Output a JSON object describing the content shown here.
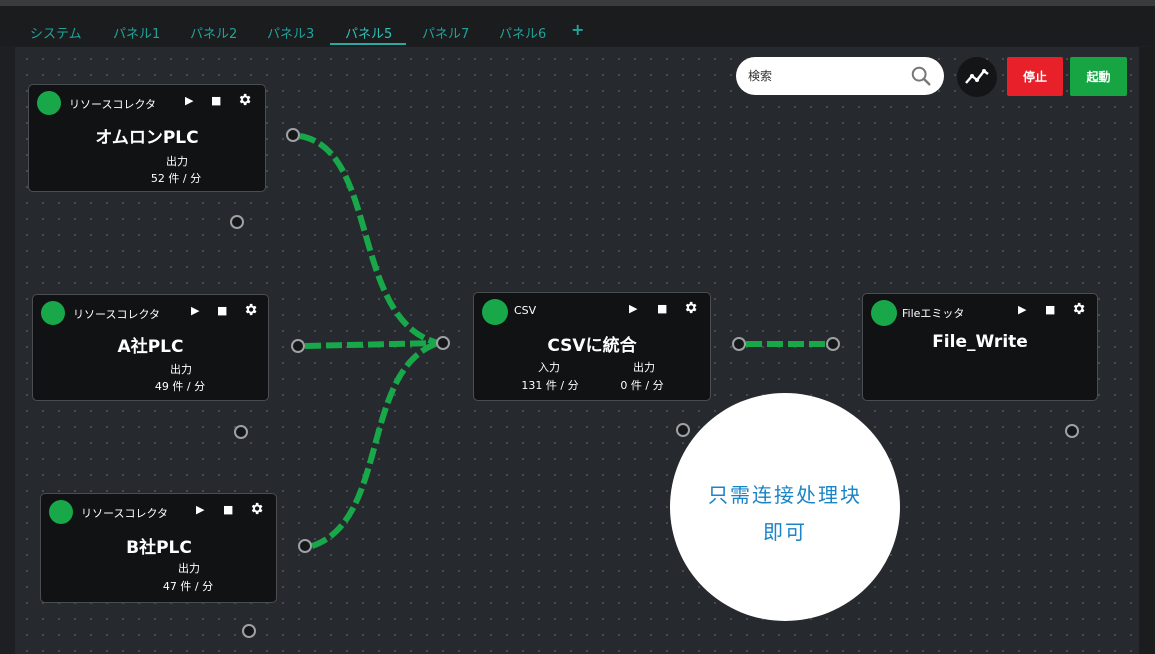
{
  "tabs": [
    {
      "label": "システム",
      "active": false
    },
    {
      "label": "パネル1",
      "active": false
    },
    {
      "label": "パネル2",
      "active": false
    },
    {
      "label": "パネル3",
      "active": false
    },
    {
      "label": "パネル5",
      "active": true
    },
    {
      "label": "パネル7",
      "active": false
    },
    {
      "label": "パネル6",
      "active": false
    }
  ],
  "add_tab_label": "+",
  "toolbar": {
    "search_placeholder": "検索",
    "stop_label": "停止",
    "start_label": "起動"
  },
  "nodes": {
    "omron": {
      "type": "リソースコレクタ",
      "title": "オムロンPLC",
      "output_label": "出力",
      "output_value": "52 件 / 分"
    },
    "a_plc": {
      "type": "リソースコレクタ",
      "title": "A社PLC",
      "output_label": "出力",
      "output_value": "49 件 / 分"
    },
    "b_plc": {
      "type": "リソースコレクタ",
      "title": "B社PLC",
      "output_label": "出力",
      "output_value": "47 件 / 分"
    },
    "csv": {
      "type": "CSV",
      "title": "CSVに統合",
      "input_label": "入力",
      "input_value": "131 件 / 分",
      "output_label": "出力",
      "output_value": "0 件 / 分"
    },
    "file": {
      "type": "Fileエミッタ",
      "title": "File_Write"
    }
  },
  "controls": {
    "play": "▶",
    "stop": "■"
  },
  "callout": {
    "line1": "只需连接处理块",
    "line2": "即可"
  },
  "colors": {
    "accent_teal": "#2aa9a0",
    "wire_green": "#18a84a",
    "status_green": "#18a84a",
    "stop_red": "#e8202a",
    "start_green": "#17a544",
    "callout_text": "#1a84c7"
  }
}
